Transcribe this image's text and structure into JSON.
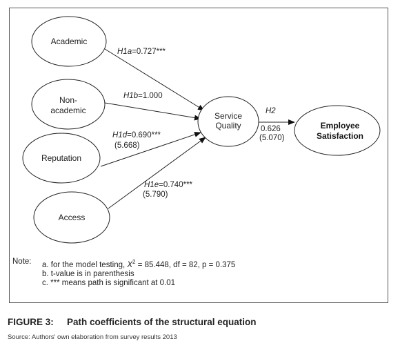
{
  "nodes": {
    "academic": "Academic",
    "non_academic_line1": "Non-",
    "non_academic_line2": "academic",
    "reputation": "Reputation",
    "access": "Access",
    "service_quality_line1": "Service",
    "service_quality_line2": "Quality",
    "employee_satisfaction_line1": "Employee",
    "employee_satisfaction_line2": "Satisfaction"
  },
  "paths": {
    "h1a": {
      "hypothesis": "H1a",
      "coefficient": "=0.727***"
    },
    "h1b": {
      "hypothesis": "H1b",
      "coefficient": "=1.000"
    },
    "h1d": {
      "hypothesis": "H1d",
      "coefficient": "=0.690***",
      "t_value": "(5.668)"
    },
    "h1e": {
      "hypothesis": "H1e",
      "coefficient": "=0.740***",
      "t_value": "(5.790)"
    },
    "h2": {
      "hypothesis": "H2",
      "coefficient": "0.626",
      "t_value": "(5.070)"
    }
  },
  "note": {
    "label": "Note:",
    "line_a_prefix": "a. for the model testing, ",
    "line_a_symbol": "X",
    "line_a_sup": "2",
    "line_a_suffix": " = 85.448, df = 82, p = 0.375",
    "line_b": "b. t-value is in parenthesis",
    "line_c": "c. *** means path is significant at 0.01"
  },
  "caption": {
    "figure_number": "FIGURE 3:",
    "title": "Path coefficients of the structural equation"
  },
  "source": "Source: Authors' own elaboration from survey results 2013"
}
